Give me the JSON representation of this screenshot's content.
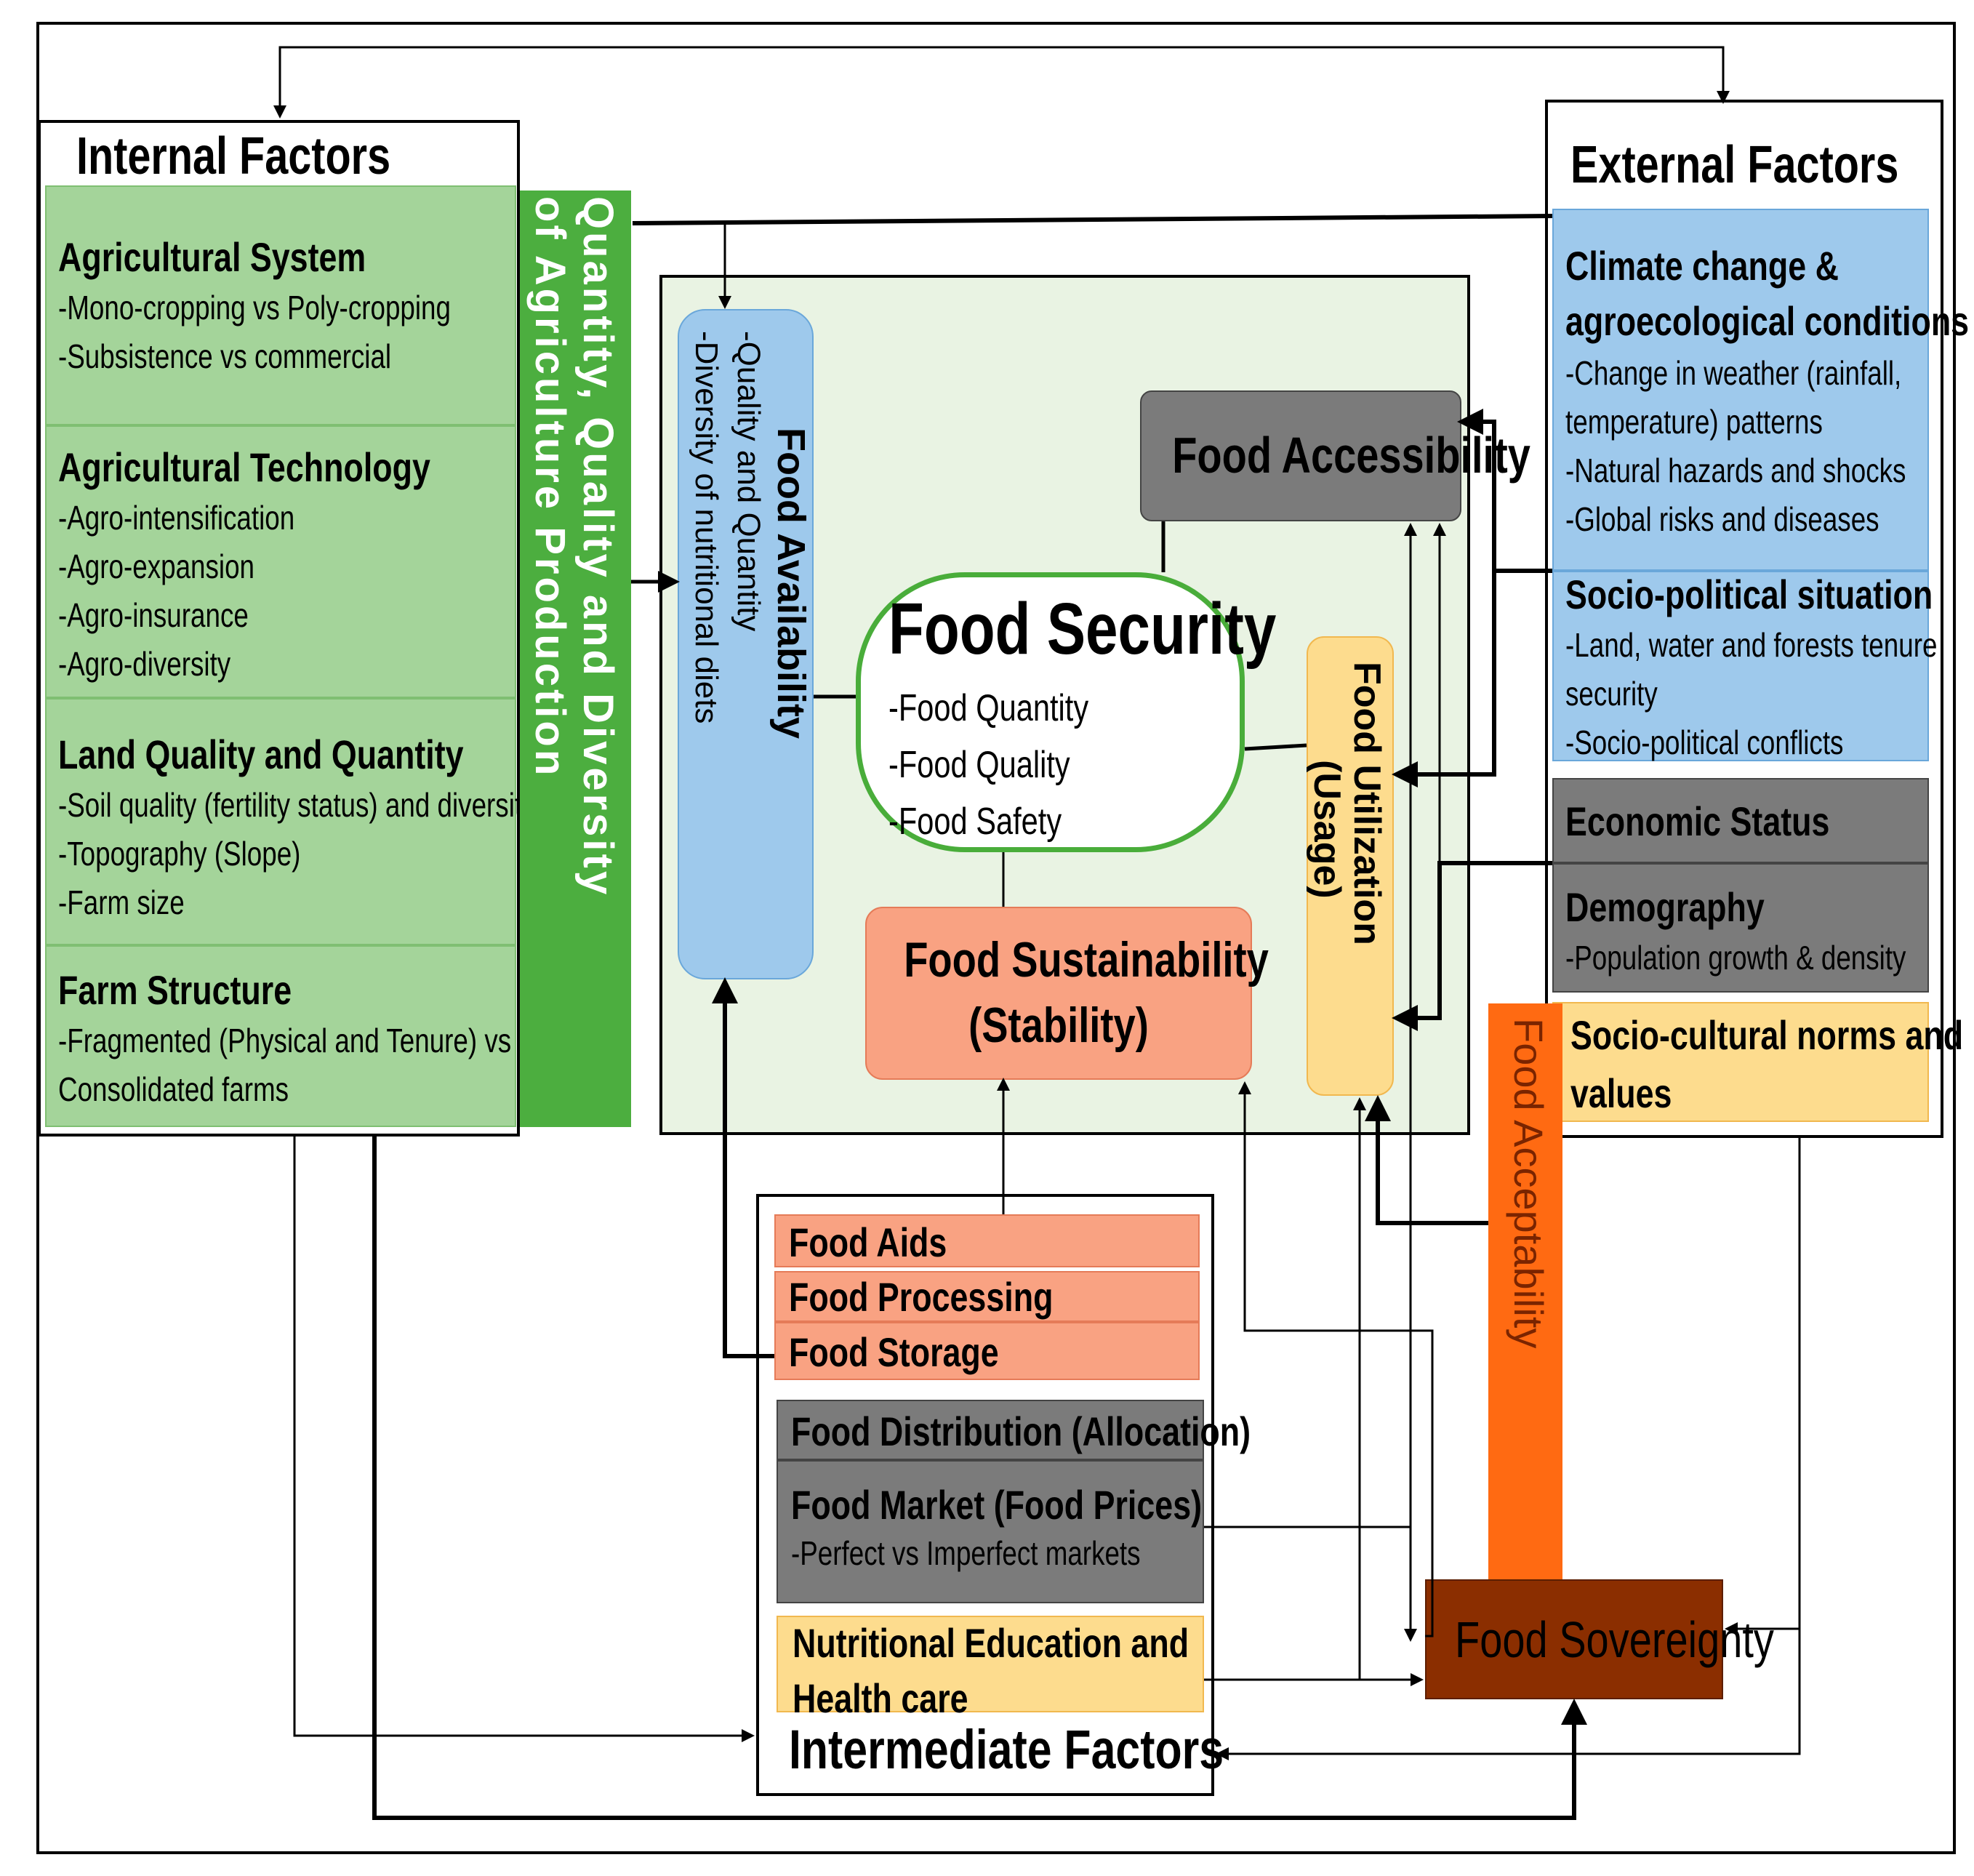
{
  "internal": {
    "title": "Internal Factors",
    "groups": [
      {
        "head": "Agricultural System",
        "lines": [
          "-Mono-cropping vs Poly-cropping",
          "-Subsistence vs commercial"
        ]
      },
      {
        "head": "Agricultural Technology",
        "lines": [
          "-Agro-intensification",
          "-Agro-expansion",
          "-Agro-insurance",
          "-Agro-diversity"
        ]
      },
      {
        "head": "Land Quality and Quantity",
        "lines": [
          "-Soil quality (fertility status) and diversity",
          "-Topography (Slope)",
          "-Farm size"
        ]
      },
      {
        "head": "Farm Structure",
        "lines": [
          "-Fragmented (Physical and Tenure) vs",
          "Consolidated farms"
        ]
      }
    ]
  },
  "production_bar": {
    "line1": "Quantity, Quality and Diversity",
    "line2": "of Agriculture Production"
  },
  "availability": {
    "title": "Food Availability",
    "line1": "-Quality and Quantity",
    "line2": "-Diversity of nutritional diets"
  },
  "accessibility": {
    "title": "Food Accessibility"
  },
  "security": {
    "title": "Food Security",
    "lines": [
      "-Food Quantity",
      "-Food Quality",
      "-Food Safety"
    ]
  },
  "utilization": {
    "title": "Food Utilization",
    "sub": "(Usage)"
  },
  "sustainability": {
    "line1": "Food Sustainability",
    "line2": "(Stability)"
  },
  "external": {
    "title": "External Factors",
    "climate": {
      "head1": "Climate change &",
      "head2": "agroecological conditions",
      "lines": [
        "-Change in weather (rainfall,",
        "temperature) patterns",
        "-Natural hazards and shocks",
        "-Global risks and diseases"
      ]
    },
    "socio_political": {
      "head": "Socio-political situation",
      "lines": [
        "-Land, water and forests tenure",
        "security",
        "-Socio-political conflicts"
      ]
    },
    "economic": {
      "head": "Economic Status"
    },
    "demography": {
      "head": "Demography",
      "lines": [
        "-Population growth & density"
      ]
    },
    "socio_cultural": {
      "line1": "Socio-cultural norms and",
      "line2": "values"
    }
  },
  "acceptability": {
    "title": "Food Acceptability"
  },
  "intermediate": {
    "title": "Intermediate Factors",
    "aids": "Food Aids",
    "processing": "Food Processing",
    "storage": "Food Storage",
    "distribution": "Food Distribution (Allocation)",
    "market": {
      "head": "Food Market (Food Prices)",
      "line": "-Perfect vs Imperfect markets"
    },
    "nutrition": {
      "line1": "Nutritional Education and",
      "line2": "Health care"
    }
  },
  "sovereignty": {
    "title": "Food Sovereignty"
  },
  "colors": {
    "green": "#a4d49a",
    "dark_green": "#4cae3f",
    "blue": "#9ec9ec",
    "gray": "#7b7b7b",
    "yellow": "#fddc8e",
    "salmon": "#f9a282",
    "orange": "#ff6a12",
    "brown": "#8b2e00",
    "center_bg": "#e9f3e3"
  }
}
